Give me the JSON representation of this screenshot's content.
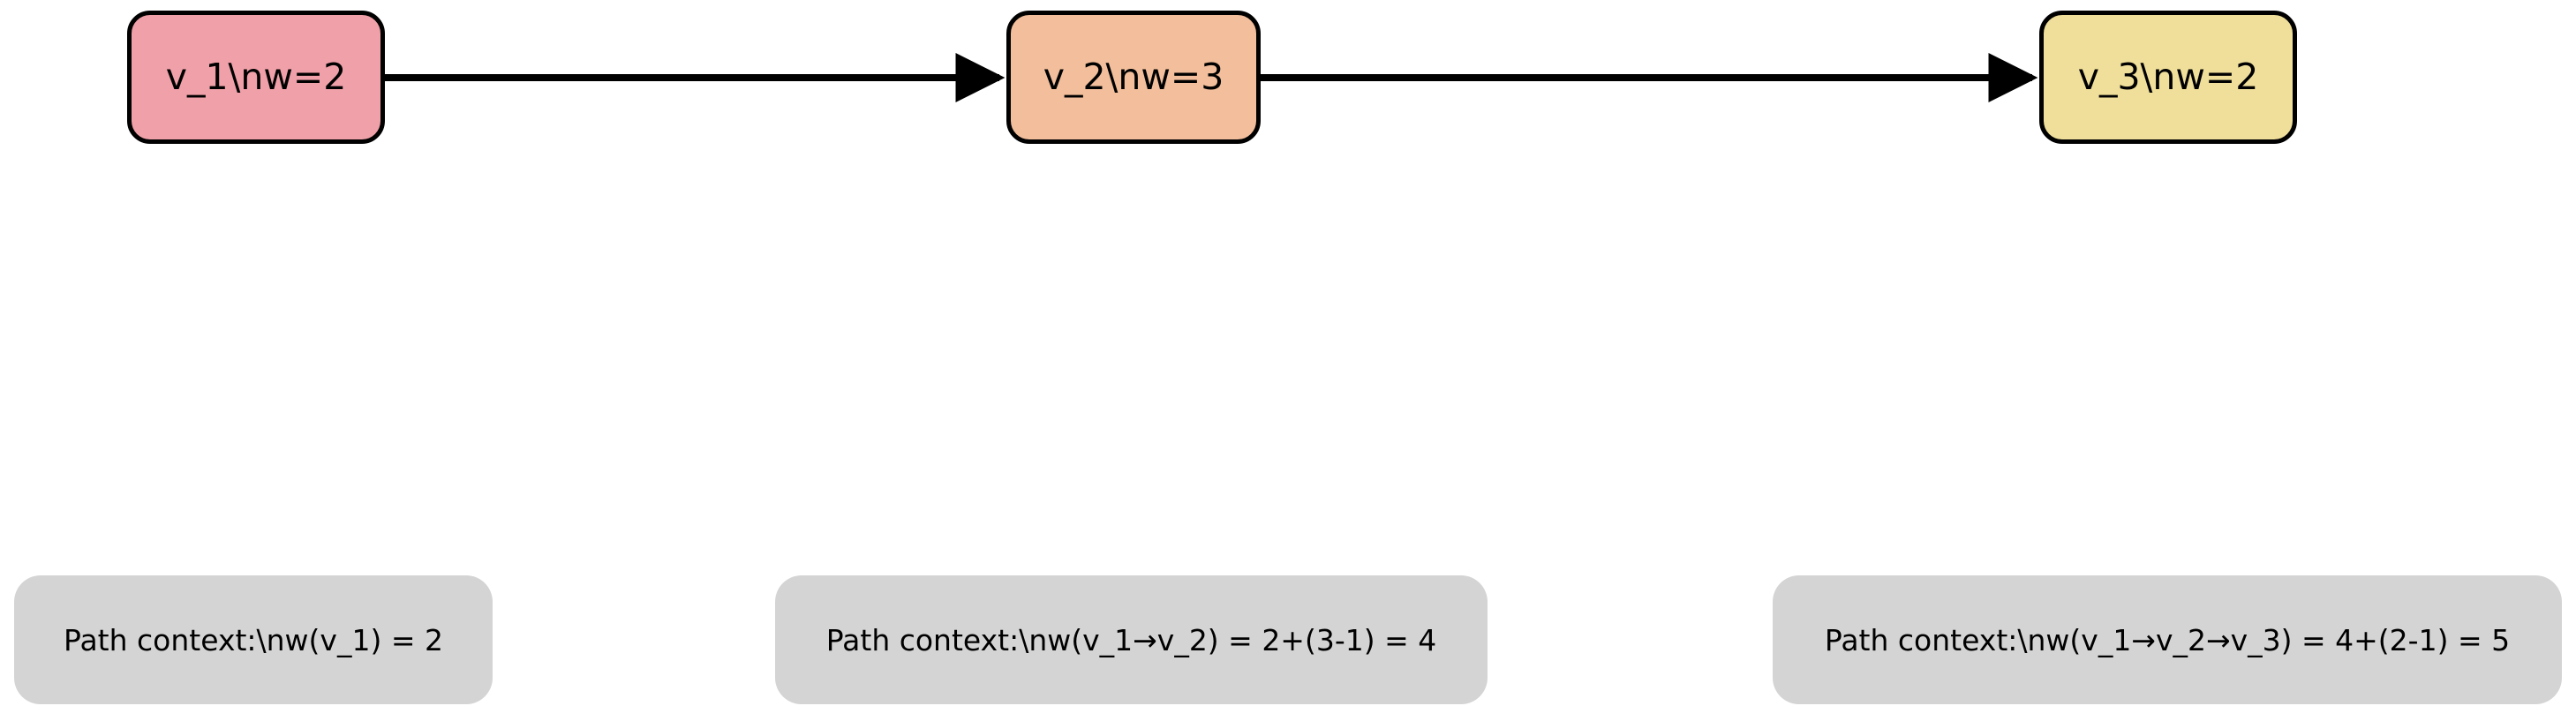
{
  "diagram": {
    "type": "directed-path-graph",
    "title": "",
    "background_color": "#FFFFFF",
    "nodes": [
      {
        "id": "v_1",
        "label": "v_1\\nw=2",
        "weight": 2,
        "fill": "#F0A0A8",
        "stroke": "#000000"
      },
      {
        "id": "v_2",
        "label": "v_2\\nw=3",
        "weight": 3,
        "fill": "#F2BE9B",
        "stroke": "#000000"
      },
      {
        "id": "v_3",
        "label": "v_3\\nw=2",
        "weight": 2,
        "fill": "#F0DF9A",
        "stroke": "#000000"
      }
    ],
    "edges": [
      {
        "from": "v_1",
        "to": "v_2",
        "label": "",
        "arrow": "filled-triangle",
        "color": "#000000"
      },
      {
        "from": "v_2",
        "to": "v_3",
        "label": "",
        "arrow": "filled-triangle",
        "color": "#000000"
      }
    ],
    "annotations": [
      {
        "id": "ctx-1",
        "text": "Path context:\\nw(v_1) = 2",
        "fill": "#D4D4D4"
      },
      {
        "id": "ctx-2",
        "text": "Path context:\\nw(v_1→v_2) = 2+(3-1) = 4",
        "fill": "#D4D4D4"
      },
      {
        "id": "ctx-3",
        "text": "Path context:\\nw(v_1→v_2→v_3) = 4+(2-1) = 5",
        "fill": "#D4D4D4"
      }
    ]
  }
}
